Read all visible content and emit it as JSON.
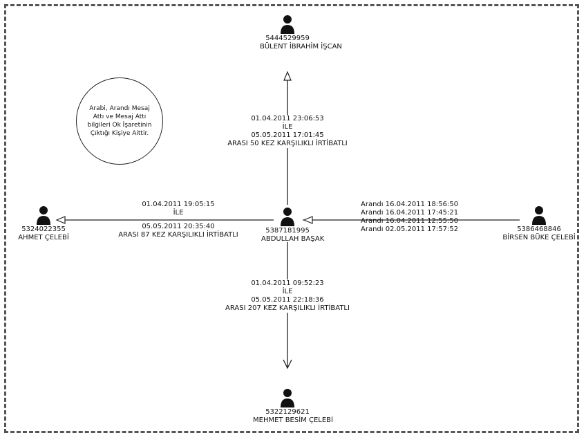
{
  "center": {
    "number": "5387181995",
    "name": "ABDULLAH BAŞAK"
  },
  "top": {
    "number": "5444529959",
    "name": "BÜLENT İBRAHİM İŞCAN"
  },
  "left": {
    "number": "5324022355",
    "name": "AHMET ÇELEBİ"
  },
  "right": {
    "number": "5386468846",
    "name": "BİRSEN BÜKE ÇELEBİ"
  },
  "bottom": {
    "number": "5322129621",
    "name": "MEHMET BESİM ÇELEBİ"
  },
  "edge_top": {
    "line1": "01.04.2011 23:06:53",
    "line2": "İLE",
    "line3": "05.05.2011 17:01:45",
    "line4": "ARASI 50 KEZ KARŞILIKLI İRTİBATLI"
  },
  "edge_left": {
    "line1": "01.04.2011 19:05:15",
    "line2": "İLE",
    "line3": "05.05.2011 20:35:40",
    "line4": "ARASI 87 KEZ KARŞILIKLI İRTİBATLI"
  },
  "edge_bottom": {
    "line1": "01.04.2011 09:52:23",
    "line2": "İLE",
    "line3": "05.05.2011 22:18:36",
    "line4": "ARASI 207 KEZ KARŞILIKLI İRTİBATLI"
  },
  "edge_right": {
    "calls": [
      "Arandı 16.04.2011 18:56:50",
      "Arandı 16.04.2011 17:45:21",
      "Arandı 16.04.2011 12:55:50",
      "Arandı 02.05.2011 17:57:52"
    ]
  },
  "note": {
    "text": "Arabi, Arandı Mesaj Attı ve Mesaj Attı bilgileri Ok İşaretinin Çıktığı Kişiye Aittir."
  },
  "colors": {
    "line": "#222222",
    "icon": "#111111",
    "frame": "#555555"
  },
  "icons": {
    "person": "person-icon",
    "arrow": "arrow-icon"
  }
}
